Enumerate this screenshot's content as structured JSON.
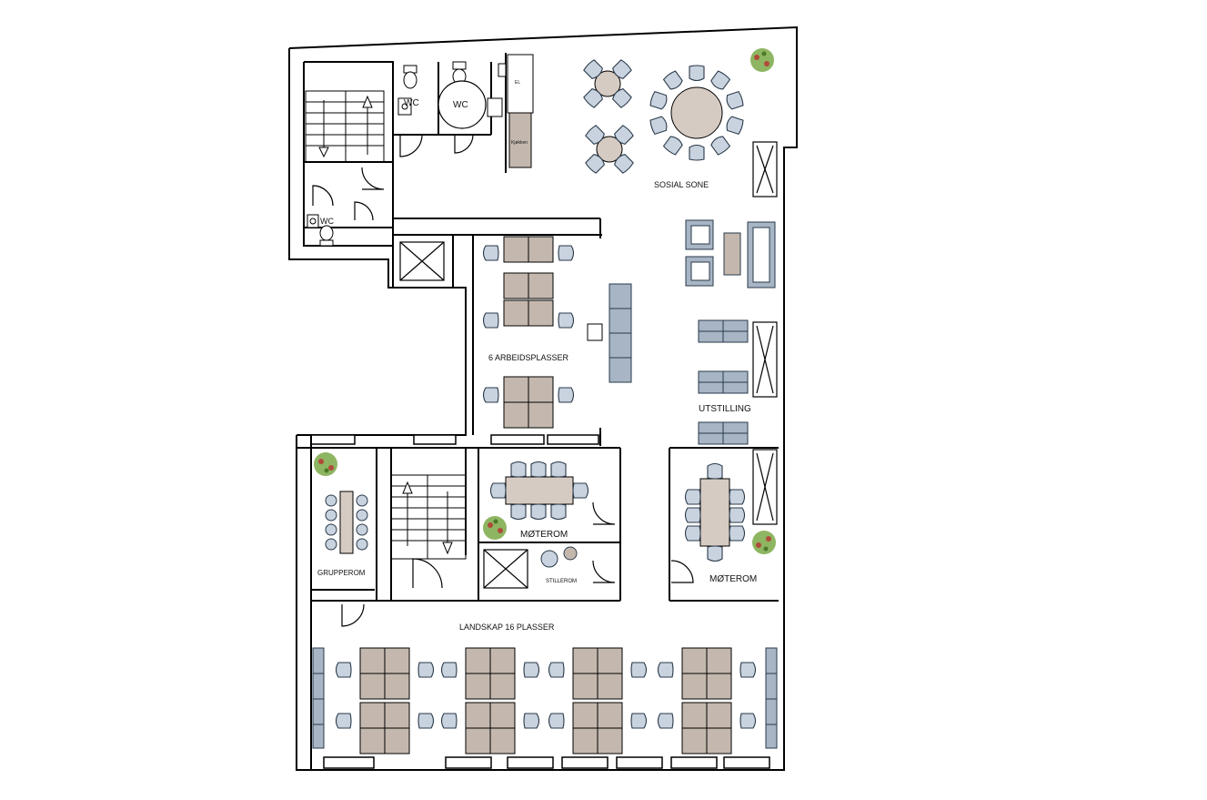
{
  "labels": {
    "wc1": "WC",
    "wc2": "WC",
    "wc3": "WC",
    "el": "EL",
    "kjokken": "Kjøkken",
    "sosial_sone": "SOSIAL SONE",
    "arbeidsplasser": "6 ARBEIDSPLASSER",
    "utstilling": "UTSTILLING",
    "moterom1": "MØTEROM",
    "moterom2": "MØTEROM",
    "grupperom": "GRUPPEROM",
    "stillerom": "STILLEROM",
    "landskap": "LANDSKAP 16 PLASSER"
  },
  "colors": {
    "wall": "#000000",
    "chair_fill": "#c9d3df",
    "chair_stroke": "#2a3a4a",
    "desk": "#c4b8ae",
    "table_wood": "#d6cbc2",
    "sofa": "#a7b5c5",
    "plant": "#6a9a3a"
  },
  "icons": [
    "toilet-icon",
    "sink-icon",
    "stairs-icon",
    "elevator-icon",
    "plant-icon",
    "chair-icon",
    "desk-icon",
    "sofa-icon",
    "door-icon"
  ]
}
